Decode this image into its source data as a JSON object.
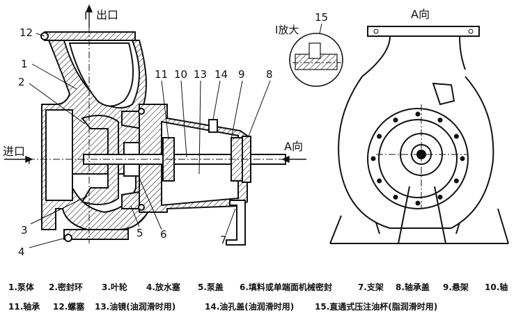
{
  "labels": {
    "outlet": "出口",
    "inlet": "进口",
    "view_a_top": "A向",
    "view_a_arrow": "A向",
    "enlarged": "I放大",
    "outlet_marker": "I",
    "inlet_marker": "I"
  },
  "callouts": [
    "1",
    "2",
    "3",
    "4",
    "5",
    "6",
    "7",
    "8",
    "9",
    "10",
    "11",
    "12",
    "13",
    "14",
    "15"
  ],
  "legend": [
    "1.泵体",
    "2.密封环",
    "3.叶轮",
    "4.放水塞",
    "5.泵盖",
    "6.填料或单端面机械密封",
    "7.支架",
    "8.轴承盖",
    "9.悬架",
    "10.轴",
    "11.轴承",
    "12.螺塞",
    "13.油镜(油润滑时用)",
    "14.油孔盖(油润滑时用)",
    "15.直通式压注油杯(脂润滑时用)"
  ],
  "colors": {
    "ink": "#111111",
    "hatch": "#333333",
    "paper": "#ffffff"
  }
}
